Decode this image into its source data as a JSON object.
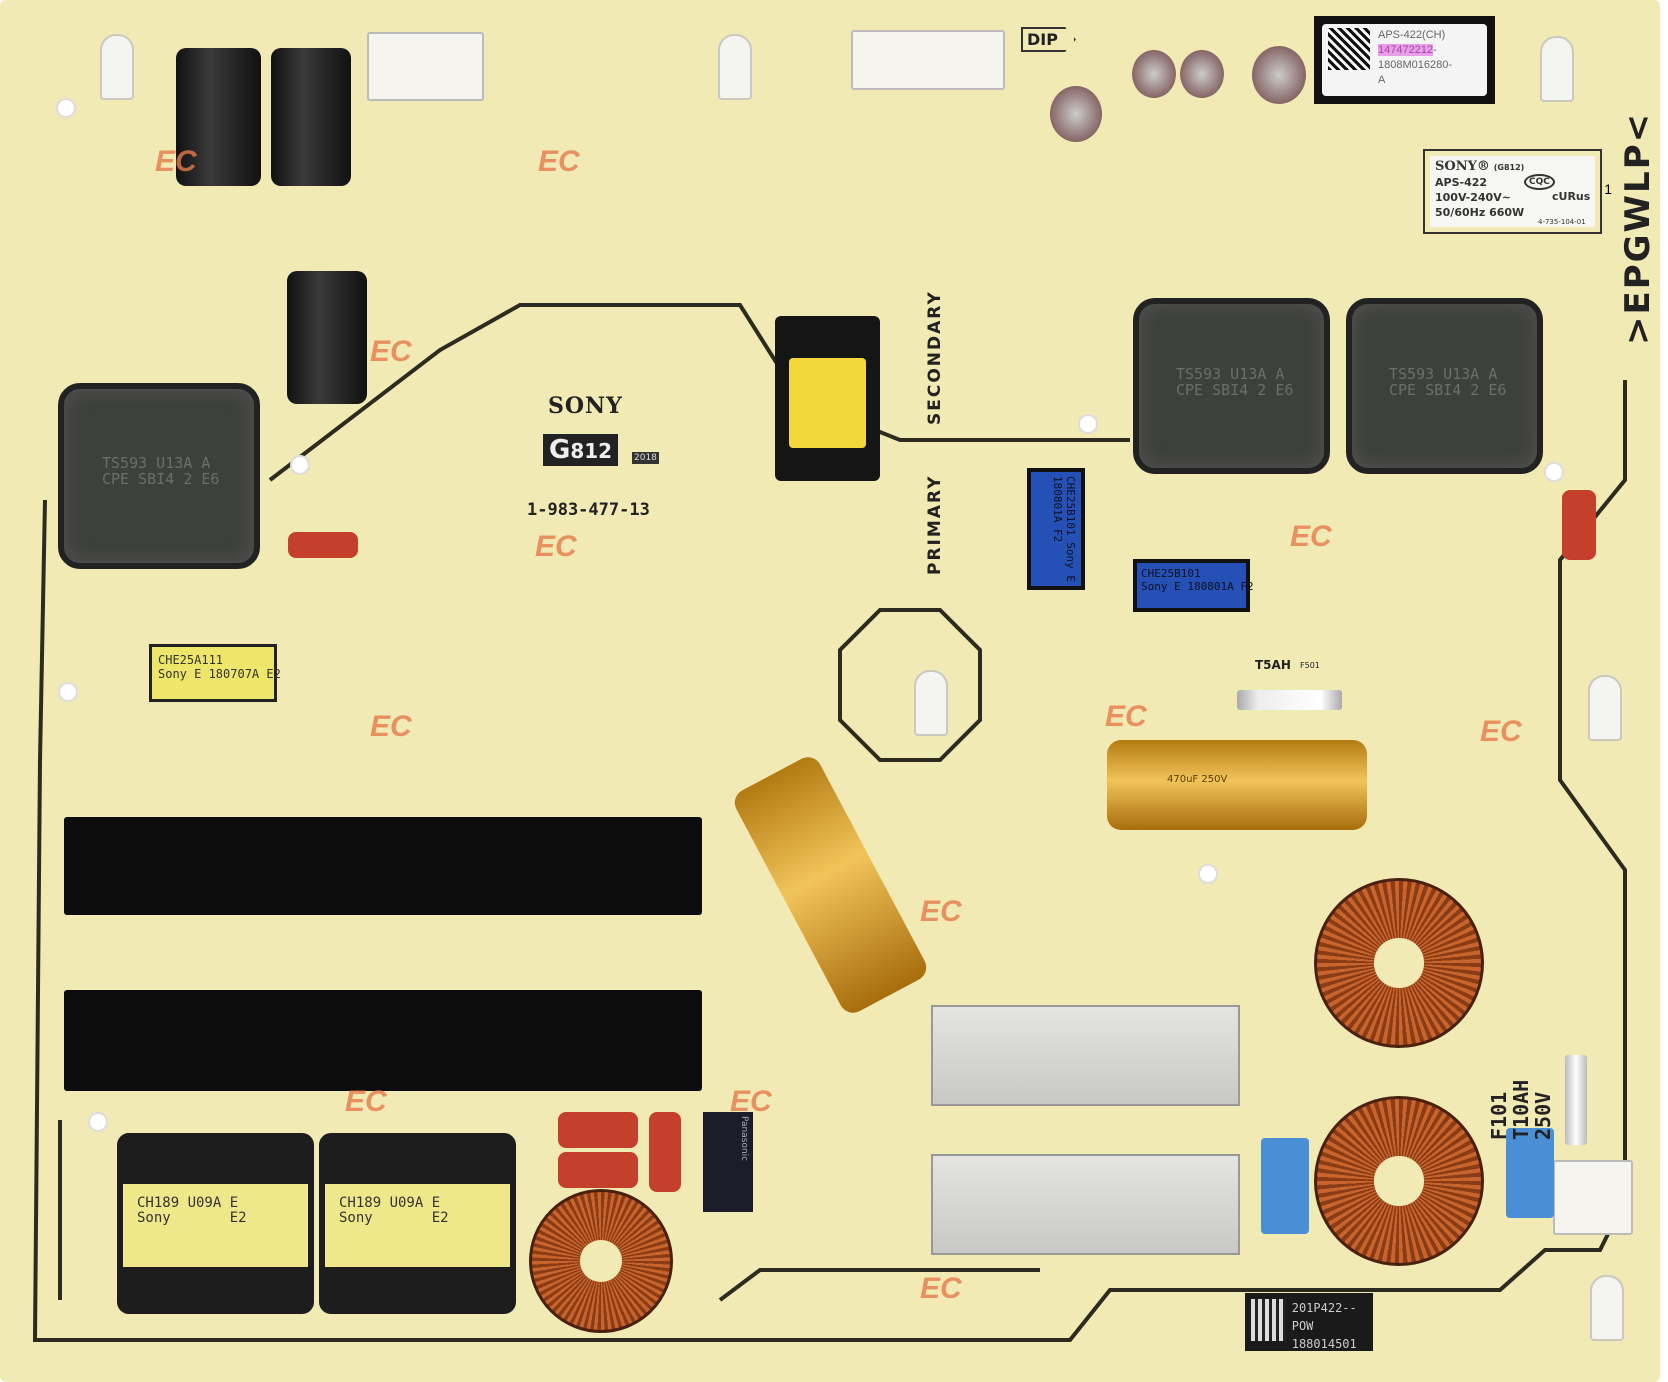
{
  "board": {
    "brand": "SONY",
    "model_badge": "G",
    "model_badge_num": "812",
    "year": "2018",
    "part_number": "1-983-477-13",
    "primary_label": "PRIMARY",
    "secondary_label": "SECONDARY",
    "dip_label": "DIP",
    "side_code": ">EPGWLP<",
    "ec_mark": "EC"
  },
  "top_label": {
    "model": "APS-422(CH)",
    "serial_highlight": "147472212",
    "serial_rest": "-",
    "lot": "1808M016280-",
    "rev": "A"
  },
  "rating_label": {
    "brand": "SONY®",
    "code": "(G812)",
    "model": "APS-422",
    "voltage": "100V-240V~",
    "freq_power": "50/60Hz 660W",
    "cert": "CQC",
    "ul": "cURus",
    "part": "4-735-104-01",
    "index": "1"
  },
  "bottom_sticker": {
    "line1": "201P422--POW",
    "line2": "188014501"
  },
  "components": {
    "main_transformer_text": "TS593 U13A A\nCPE SBI4 2 E6",
    "yellow_transformer_small": "CHE25A111\nSony E 180707A E2",
    "yellow_transformer_big": "CH189 U09A E\nSony       E2",
    "blue_transformer_a": "CHE25B101 Sony E 180801A F2",
    "blue_transformer_b": "CHE25B101\nSony E 180801A F2",
    "fuse_main": "F101\nT10AH\n250V",
    "fuse_small": "T5AH",
    "fuse_small_ref": "F501",
    "big_cap": "470uF 250V",
    "relay": "Panasonic"
  }
}
